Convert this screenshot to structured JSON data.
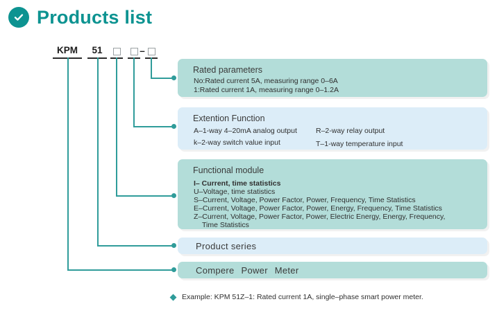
{
  "header": {
    "title": "Products list",
    "check_icon": "check-circle-icon",
    "accent_color": "#0d9391"
  },
  "colors": {
    "green_box": "#b3ddd9",
    "blue_box": "#dcedf8",
    "connector": "#2f9c9a",
    "title": "#0d9391"
  },
  "product_code": {
    "segments": [
      {
        "label": "KPM",
        "type": "text"
      },
      {
        "label": "51",
        "type": "text"
      },
      {
        "label": "",
        "type": "square"
      },
      {
        "label": "",
        "type": "square"
      },
      {
        "label": "",
        "type": "square"
      }
    ],
    "separator": "–",
    "full": "KPM 51 □ □–□"
  },
  "boxes": {
    "rated": {
      "title": "Rated parameters",
      "lines": [
        "No:Rated current 5A, measuring range 0–6A",
        "1:Rated current 1A, measuring range 0–1.2A"
      ]
    },
    "extention": {
      "title": "Extention Function",
      "col1": [
        "A–1-way 4–20mA analog output",
        "k–2-way switch value input"
      ],
      "col2": [
        "R–2-way relay output",
        "T–1-way temperature input"
      ]
    },
    "functional": {
      "title": "Functional module",
      "lines": [
        "I– Current, time statistics",
        "U–Voltage, time statistics",
        "S–Current, Voltage, Power Factor, Power, Frequency, Time Statistics",
        "E–Current, Voltage, Power Factor, Power, Energy, Frequency, Time Statistics",
        "Z–Current, Voltage, Power Factor, Power, Electric Energy, Energy, Frequency,",
        "Time Statistics"
      ]
    },
    "series": {
      "title": "Product series"
    },
    "meter": {
      "title": "Compere  Power  Meter"
    }
  },
  "footnote": {
    "bullet": "diamond-bullet-icon",
    "text": "Example: KPM 51Z–1: Rated current 1A, single–phase smart power meter."
  }
}
